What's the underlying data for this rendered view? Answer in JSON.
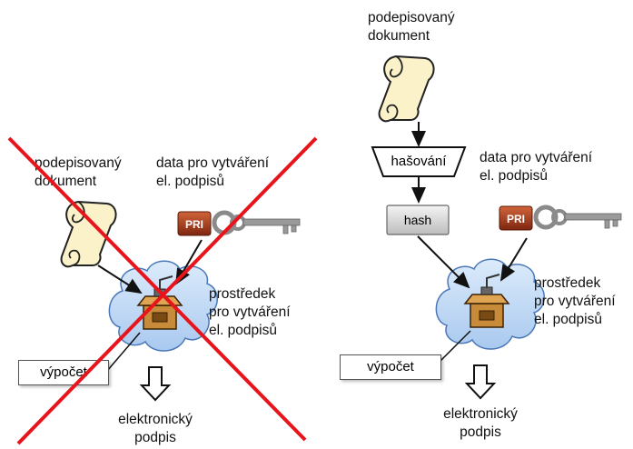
{
  "left": {
    "document_label": [
      "podepisovaný",
      "dokument"
    ],
    "data_label": [
      "data pro vytváření",
      "el. podpisů"
    ],
    "key_badge": "PRI",
    "device_label": [
      "prostředek",
      "pro vytváření",
      "el. podpisů"
    ],
    "compute_label": "výpočet",
    "output_label": [
      "elektronický",
      "podpis"
    ]
  },
  "right": {
    "document_label": [
      "podepisovaný",
      "dokument"
    ],
    "hashing_label": "hašování",
    "hash_label": "hash",
    "data_label": [
      "data pro vytváření",
      "el. podpisů"
    ],
    "key_badge": "PRI",
    "device_label": [
      "prostředek",
      "pro vytváření",
      "el. podpisů"
    ],
    "compute_label": "výpočet",
    "output_label": [
      "elektronický",
      "podpis"
    ]
  },
  "colors": {
    "cross": "#e8141b",
    "cloud_fill": "#c5dcf7",
    "cloud_stroke": "#4a78b8",
    "badge": "#a13a1c",
    "key": "#8a8a8a",
    "scroll": "#fbf2c9"
  }
}
